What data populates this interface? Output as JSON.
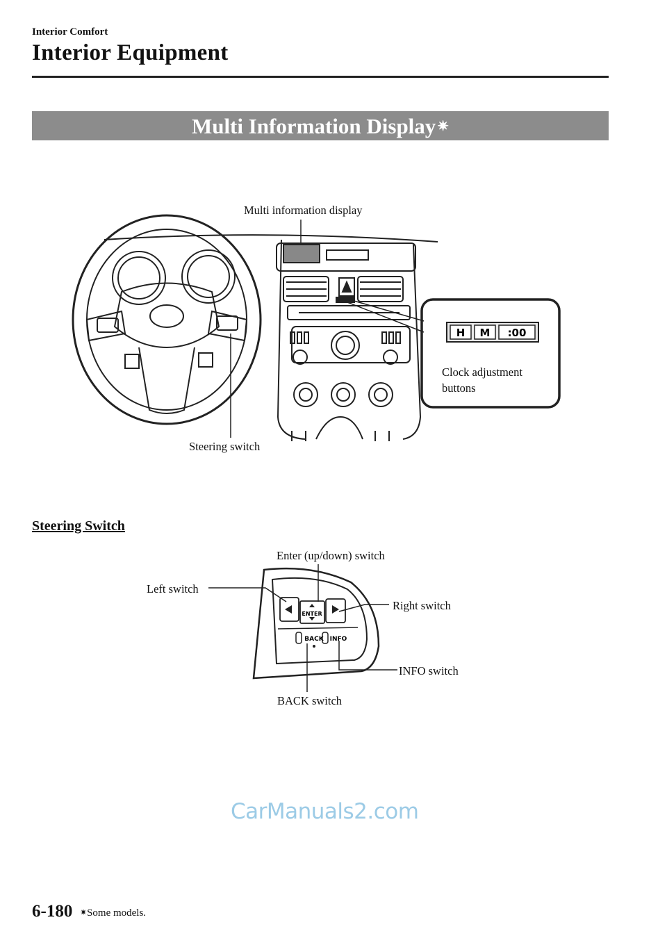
{
  "header": {
    "section": "Interior Comfort",
    "title": "Interior Equipment"
  },
  "banner": {
    "title": "Multi Information Display",
    "mark": "✷"
  },
  "figure1": {
    "labels": {
      "multi_display": "Multi information display",
      "steering_switch": "Steering switch",
      "clock_line1": "Clock adjustment",
      "clock_line2": "buttons"
    },
    "clock_buttons": [
      "H",
      "M",
      ":00"
    ]
  },
  "steering_section": {
    "heading": "Steering Switch",
    "labels": {
      "enter": "Enter (up/down) switch",
      "left": "Left switch",
      "right": "Right switch",
      "info": "INFO switch",
      "back": "BACK switch"
    },
    "button_text": {
      "enter": "ENTER",
      "back": "BACK",
      "info": "INFO"
    }
  },
  "watermark": "CarManuals2.com",
  "footer": {
    "page": "6-180",
    "note_mark": "✷",
    "note": "Some models."
  }
}
